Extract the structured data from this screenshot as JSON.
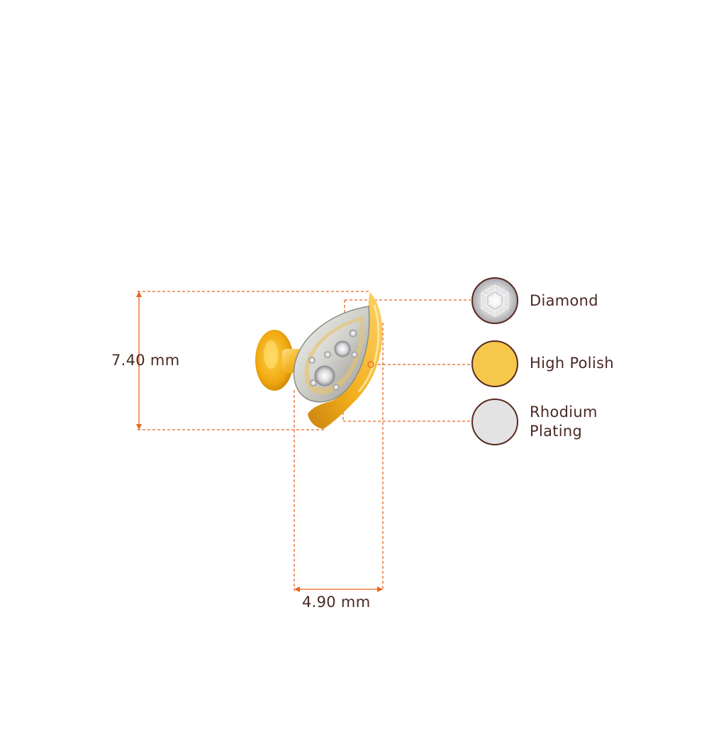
{
  "dimensions": {
    "height_label": "7.40 mm",
    "width_label": "4.90 mm"
  },
  "legend": {
    "items": [
      {
        "label": "Diamond",
        "swatch": "diamond"
      },
      {
        "label": "High Polish",
        "swatch": "gold"
      },
      {
        "label": "Rhodium Plating",
        "swatch": "rhodium"
      }
    ]
  },
  "colors": {
    "dimension_line": "#e8641e",
    "swatch_border": "#5a2a22",
    "gold": "#f5c84c",
    "rhodium": "#e3e3e3",
    "text": "#4a2a24"
  }
}
